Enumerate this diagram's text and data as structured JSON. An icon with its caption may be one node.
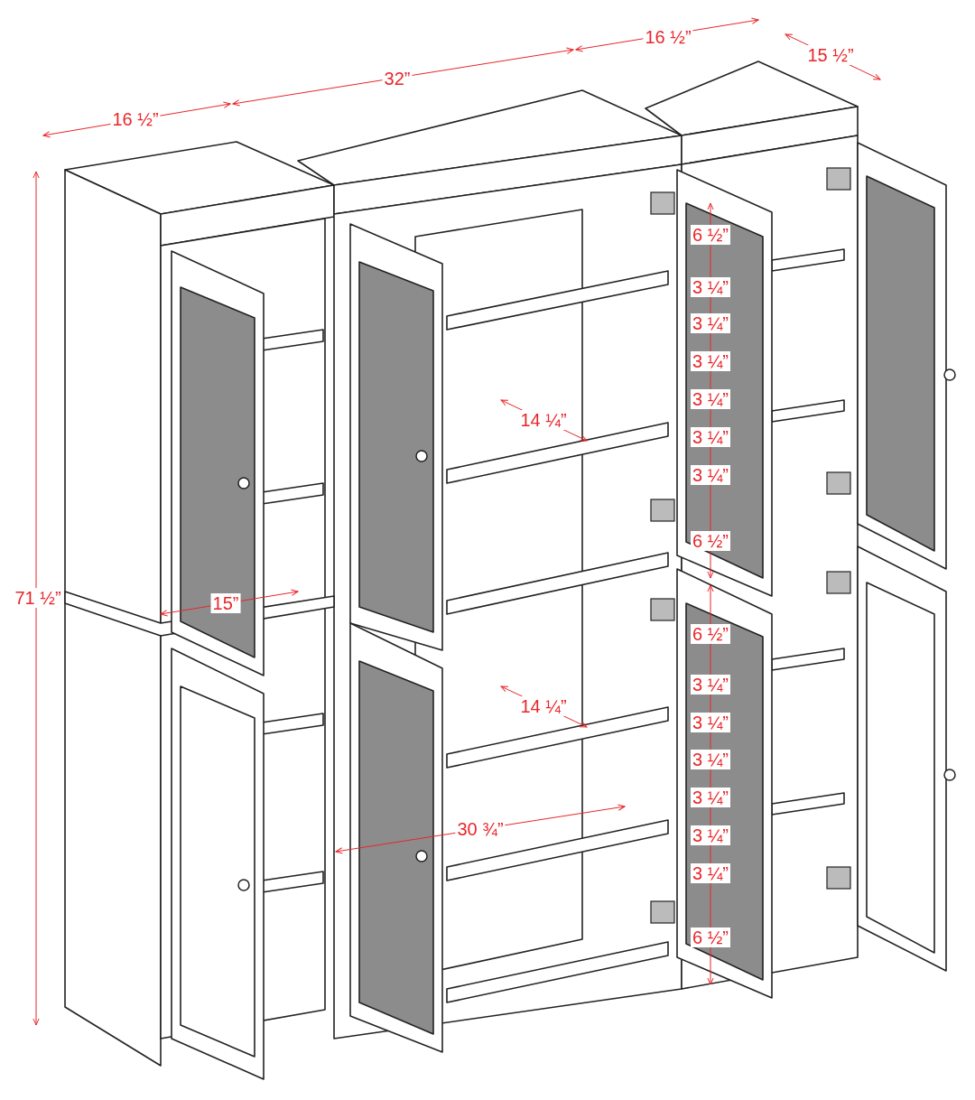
{
  "diagram": {
    "labels": [
      "16 ½”",
      "15 ½”",
      "32”",
      "16 ½”",
      "6 ½”",
      "3 ¼”",
      "3 ¼”",
      "3 ¼”",
      "3 ¼”",
      "14 ¼”",
      "3 ¼”",
      "3 ¼”",
      "6 ½”",
      "71 ½”",
      "15”",
      "6 ½”",
      "3 ¼”",
      "14 ¼”",
      "3 ¼”",
      "3 ¼”",
      "3 ¼”",
      "30 ¾”",
      "3 ¼”",
      "3 ¼”",
      "6 ½”"
    ]
  }
}
